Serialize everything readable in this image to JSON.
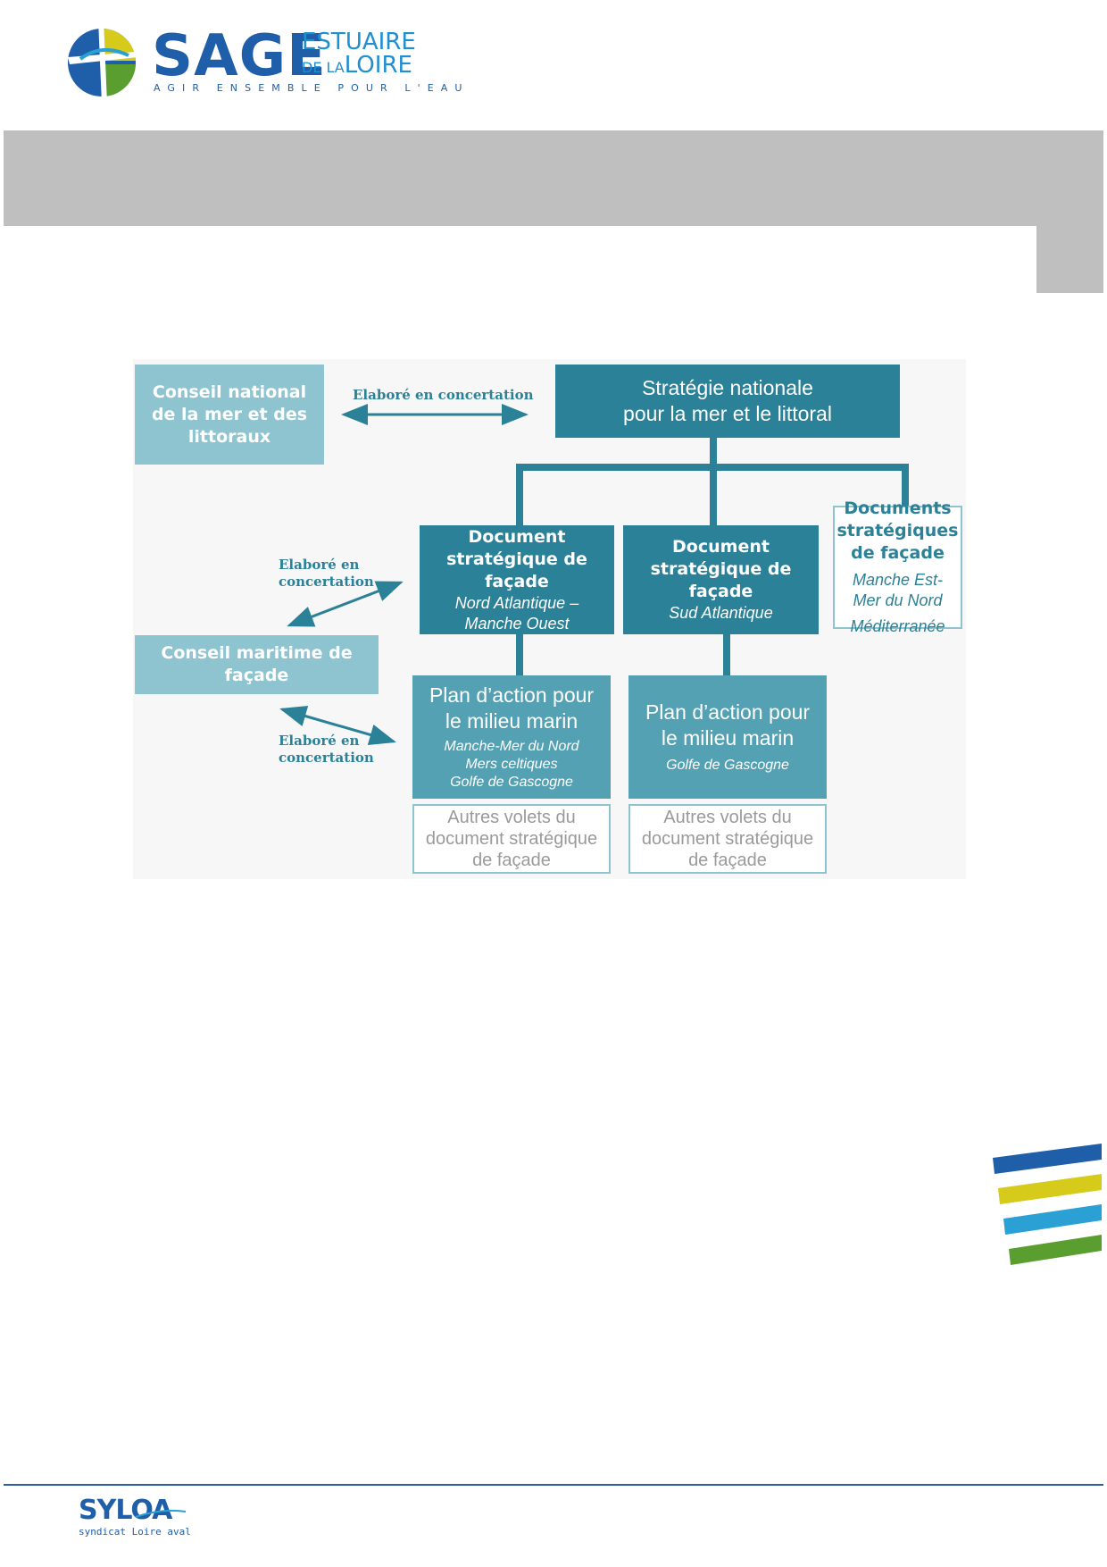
{
  "header": {
    "brand": "SAGE",
    "estuaire": "ESTUAIRE",
    "de_la": "DE LA",
    "loire": "LOIRE",
    "tagline": "AGIR ENSEMBLE POUR L'EAU"
  },
  "diagram": {
    "conseil_national": [
      "Conseil national",
      "de la mer et des",
      "littoraux"
    ],
    "strategie_nationale": [
      "Stratégie nationale",
      "pour la mer et le littoral"
    ],
    "conseil_maritime": [
      "Conseil maritime de",
      "façade"
    ],
    "concertation_top": "Elaboré en concertation",
    "concertation_mid": [
      "Elaboré en",
      "concertation"
    ],
    "concertation_bottom": [
      "Elaboré en",
      "concertation"
    ],
    "dsf_nord": {
      "title": [
        "Document",
        "stratégique de",
        "façade"
      ],
      "region": [
        "Nord Atlantique –",
        "Manche Ouest"
      ]
    },
    "dsf_sud": {
      "title": [
        "Document",
        "stratégique de",
        "façade"
      ],
      "region": [
        "Sud Atlantique"
      ]
    },
    "dsf_others": {
      "title": [
        "Documents",
        "stratégiques",
        "de façade"
      ],
      "region": [
        "Manche Est-",
        "Mer du Nord",
        "Méditerranée"
      ]
    },
    "pam_nord": {
      "title": [
        "Plan d’action pour",
        "le milieu marin"
      ],
      "region": [
        "Manche-Mer du Nord",
        "Mers celtiques",
        "Golfe de Gascogne"
      ]
    },
    "pam_sud": {
      "title": [
        "Plan d’action pour",
        "le milieu marin"
      ],
      "region": [
        "Golfe de Gascogne"
      ]
    },
    "autres_nord": [
      "Autres volets du",
      "document stratégique",
      "de façade"
    ],
    "autres_sud": [
      "Autres volets du",
      "document stratégique",
      "de façade"
    ]
  },
  "footer": {
    "brand": "SYLOA",
    "subtitle": "syndicat Loire aval"
  },
  "colors": {
    "dark_teal": "#2b8197",
    "light_teal": "#8ec4d0",
    "mid_teal": "#54a1b3",
    "brand_blue": "#1f5ea8",
    "brand_yellow": "#d6cb1a",
    "brand_cyan": "#2aa0d4",
    "brand_green": "#5a9e2f",
    "band_grey": "#bfbfbf"
  }
}
